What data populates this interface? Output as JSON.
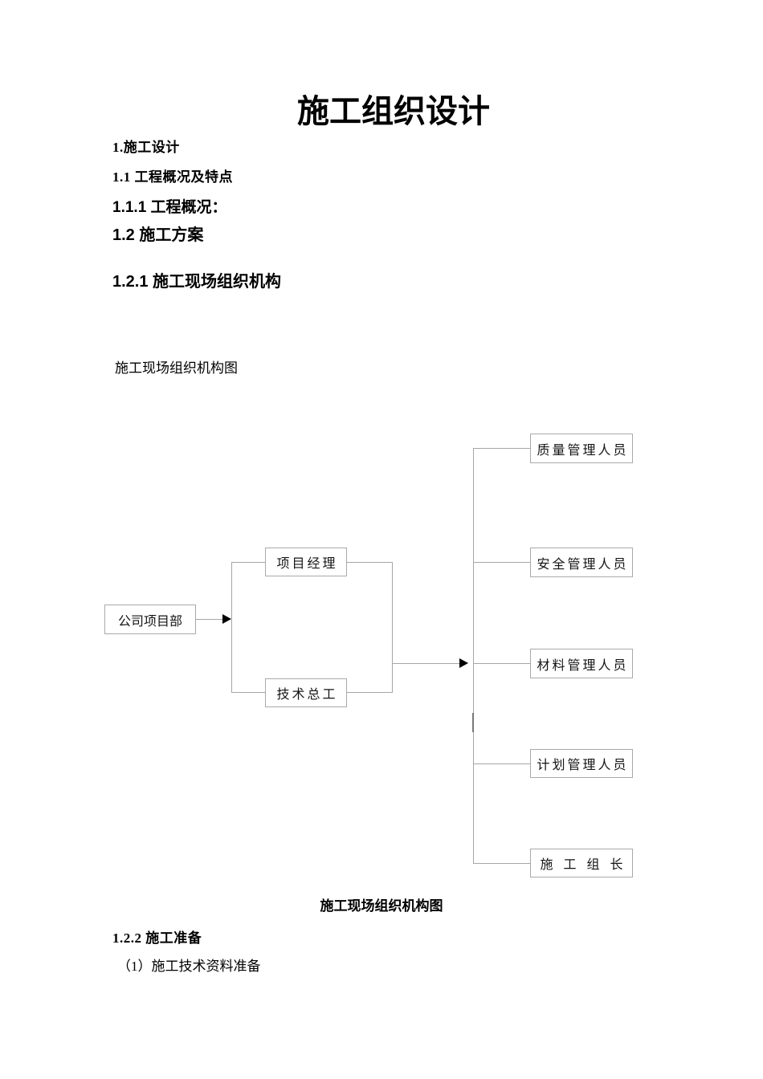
{
  "doc": {
    "title": "施工组织设计",
    "h1": "1.施工设计",
    "h1_1": "1.1 工程概况及特点",
    "h1_1_1": "1.1.1 工程概况：",
    "h1_2": "1.2 施工方案",
    "h1_2_1": "1.2.1 施工现场组织机构",
    "figure_intro": "施工现场组织机构图",
    "figure_caption": "施工现场组织机构图",
    "h1_2_2": "1.2.2 施工准备",
    "item_1": "（1）施工技术资料准备"
  },
  "org_chart": {
    "root": {
      "label": "公司项目部"
    },
    "level2": [
      {
        "label": "项目经理"
      },
      {
        "label": "技术总工"
      }
    ],
    "level3": [
      {
        "label": "质量管理人员"
      },
      {
        "label": "安全管理人员"
      },
      {
        "label": "材料管理人员"
      },
      {
        "label": "计划管理人员"
      },
      {
        "label": "施工组长"
      }
    ]
  },
  "colors": {
    "page_background": "#ffffff",
    "connector_line": "#a6a6a6",
    "box_border": "#a9a9a9",
    "arrowhead": "#000000",
    "text": "#000000"
  }
}
